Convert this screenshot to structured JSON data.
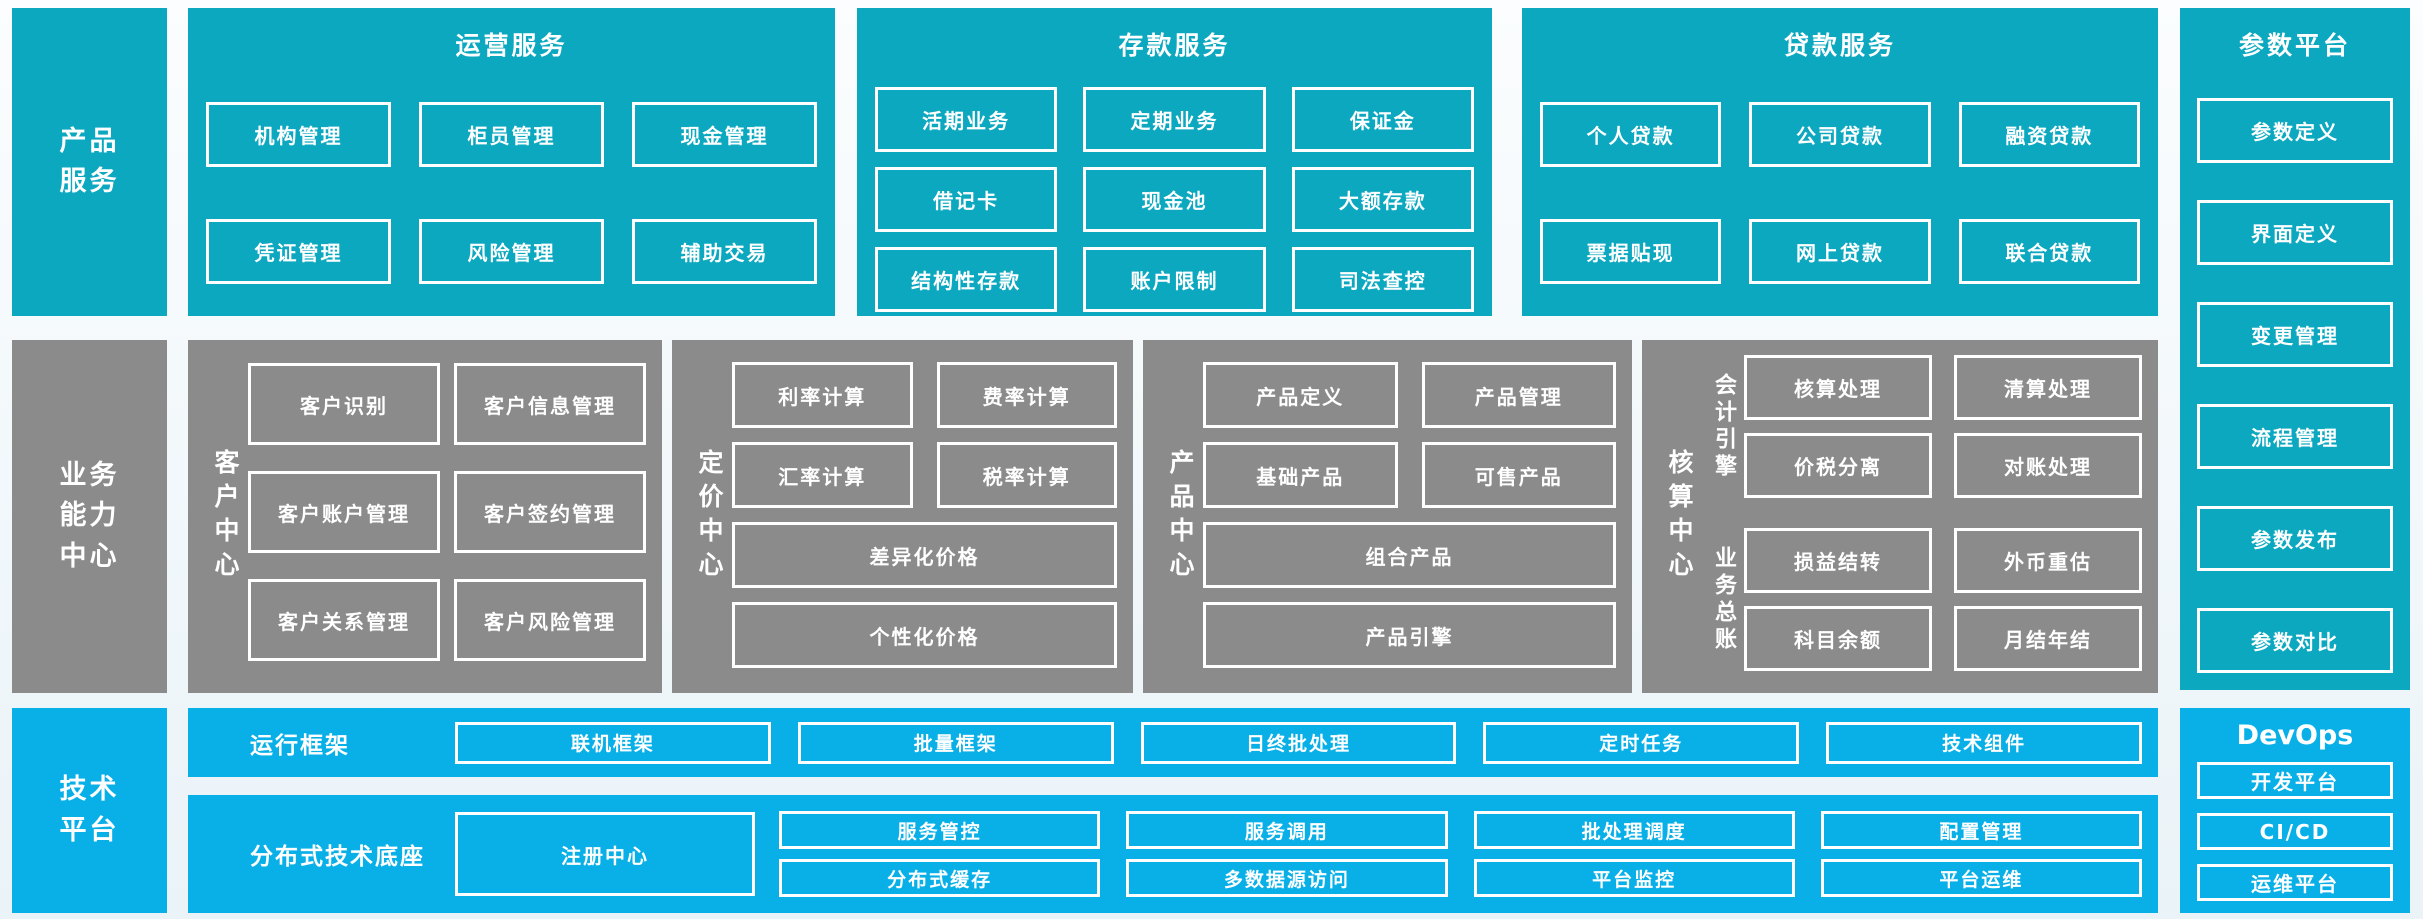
{
  "colors": {
    "teal": "#0ba8c0",
    "gray": "#8b8b8b",
    "blue": "#09b0e8",
    "text": "#ffffff"
  },
  "rails": {
    "products": "产品\n服务",
    "capabilities": "业务\n能力\n中心",
    "tech": "技术\n平台"
  },
  "operations": {
    "title": "运营服务",
    "items": [
      "机构管理",
      "柜员管理",
      "现金管理",
      "凭证管理",
      "风险管理",
      "辅助交易"
    ]
  },
  "deposits": {
    "title": "存款服务",
    "items": [
      "活期业务",
      "定期业务",
      "保证金",
      "借记卡",
      "现金池",
      "大额存款",
      "结构性存款",
      "账户限制",
      "司法查控"
    ]
  },
  "loans": {
    "title": "贷款服务",
    "items": [
      "个人贷款",
      "公司贷款",
      "融资贷款",
      "票据贴现",
      "网上贷款",
      "联合贷款"
    ]
  },
  "params": {
    "title": "参数平台",
    "items": [
      "参数定义",
      "界面定义",
      "变更管理",
      "流程管理",
      "参数发布",
      "参数对比"
    ]
  },
  "customer": {
    "label": "客户中心",
    "items": [
      "客户识别",
      "客户信息管理",
      "客户账户管理",
      "客户签约管理",
      "客户关系管理",
      "客户风险管理"
    ]
  },
  "pricing": {
    "label": "定价中心",
    "items": [
      "利率计算",
      "费率计算",
      "汇率计算",
      "税率计算"
    ],
    "wide_items": [
      "差异化价格",
      "个性化价格"
    ]
  },
  "product": {
    "label": "产品中心",
    "items": [
      "产品定义",
      "产品管理",
      "基础产品",
      "可售产品"
    ],
    "wide_items": [
      "组合产品",
      "产品引擎"
    ]
  },
  "accounting": {
    "label": "核算中心",
    "groups": [
      {
        "label": "会计引擎",
        "items": [
          "核算处理",
          "清算处理",
          "价税分离",
          "对账处理"
        ]
      },
      {
        "label": "业务总账",
        "items": [
          "损益结转",
          "外币重估",
          "科目余额",
          "月结年结"
        ]
      }
    ]
  },
  "runtime": {
    "label": "运行框架",
    "items": [
      "联机框架",
      "批量框架",
      "日终批处理",
      "定时任务",
      "技术组件"
    ]
  },
  "infra": {
    "label": "分布式技术底座",
    "registry": "注册中心",
    "items": [
      "服务管控",
      "服务调用",
      "批处理调度",
      "配置管理",
      "分布式缓存",
      "多数据源访问",
      "平台监控",
      "平台运维"
    ]
  },
  "devops": {
    "title": "DevOps",
    "items": [
      "开发平台",
      "CI/CD",
      "运维平台"
    ]
  }
}
